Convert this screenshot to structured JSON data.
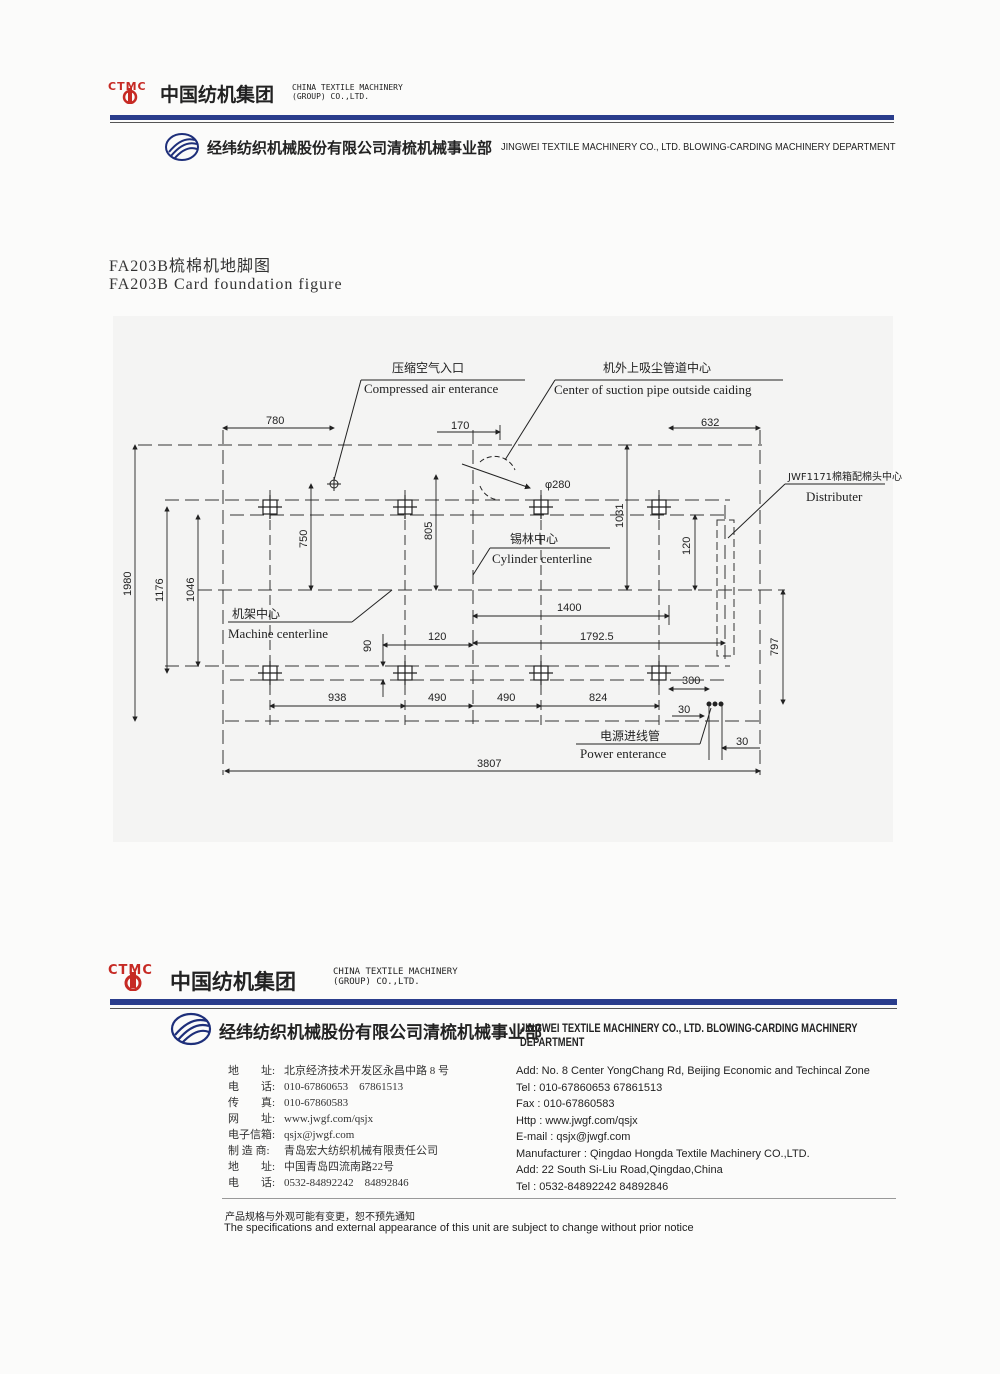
{
  "header": {
    "ctmc_logo": "CTMC",
    "group_cn": "中国纺机集团",
    "group_en_line1": "CHINA TEXTILE MACHINERY",
    "group_en_line2": "(GROUP) CO.,LTD.",
    "company_cn": "经纬纺织机械股份有限公司清梳机械事业部",
    "company_en": "JINGWEI TEXTILE MACHINERY CO., LTD. BLOWING-CARDING MACHINERY DEPARTMENT"
  },
  "title": {
    "cn": "FA203B梳棉机地脚图",
    "en": "FA203B Card foundation figure"
  },
  "drawing": {
    "labels": {
      "compressed_air_cn": "压缩空气入口",
      "compressed_air_en": "Compressed air enterance",
      "suction_cn": "机外上吸尘管道中心",
      "suction_en": "Center of suction pipe outside caiding",
      "distributer_cn": "JWF1171棉箱配棉头中心",
      "distributer_en": "Distributer",
      "cylinder_cn": "锡林中心",
      "cylinder_en": "Cylinder centerline",
      "machine_cn": "机架中心",
      "machine_en": "Machine centerline",
      "power_cn": "电源进线管",
      "power_en": "Power enterance"
    },
    "dims": {
      "d780": "780",
      "d170": "170",
      "d632": "632",
      "d280": "φ280",
      "d750": "750",
      "d805": "805",
      "d1031": "1031",
      "d120v": "120",
      "d1980": "1980",
      "d1176": "1176",
      "d1046": "1046",
      "d1400": "1400",
      "d1792": "1792.5",
      "d90": "90",
      "d120h": "120",
      "d797": "797",
      "d300": "300",
      "d30a": "30",
      "d30b": "30",
      "d938": "938",
      "d490a": "490",
      "d490b": "490",
      "d824": "824",
      "d3807": "3807"
    }
  },
  "footer": {
    "ctmc_logo": "CTMC",
    "group_cn": "中国纺机集团",
    "group_en_line1": "CHINA TEXTILE MACHINERY",
    "group_en_line2": "(GROUP) CO.,LTD.",
    "company_cn": "经纬纺织机械股份有限公司清梳机械事业部",
    "company_en": "JINGWEI TEXTILE MACHINERY CO., LTD. BLOWING-CARDING MACHINERY DEPARTMENT",
    "contacts_cn": [
      {
        "label": "地　　址:",
        "value": "北京经济技术开发区永昌中路 8 号"
      },
      {
        "label": "电　　话:",
        "value": "010-67860653　67861513"
      },
      {
        "label": "传　　真:",
        "value": "010-67860583"
      },
      {
        "label": "网　　址:",
        "value": "www.jwgf.com/qsjx"
      },
      {
        "label": "电子信箱:",
        "value": "qsjx@jwgf.com"
      },
      {
        "label": "制 造 商:",
        "value": "青岛宏大纺织机械有限责任公司"
      },
      {
        "label": "地　　址:",
        "value": "中国青岛四流南路22号"
      },
      {
        "label": "电　　话:",
        "value": "0532-84892242　84892846"
      }
    ],
    "contacts_en": [
      "Add: No. 8 Center YongChang Rd, Beijing Economic and Techincal Zone",
      "Tel : 010-67860653  67861513",
      "Fax : 010-67860583",
      "Http : www.jwgf.com/qsjx",
      "E-mail : qsjx@jwgf.com",
      "Manufacturer : Qingdao Hongda Textile Machinery CO.,LTD.",
      "Add: 22 South Si-Liu Road,Qingdao,China",
      "Tel : 0532-84892242  84892846"
    ],
    "notice_cn": "产品规格与外观可能有变更，恕不预先通知",
    "notice_en": "The specifications and external appearance of this unit are subject to change without prior notice"
  }
}
